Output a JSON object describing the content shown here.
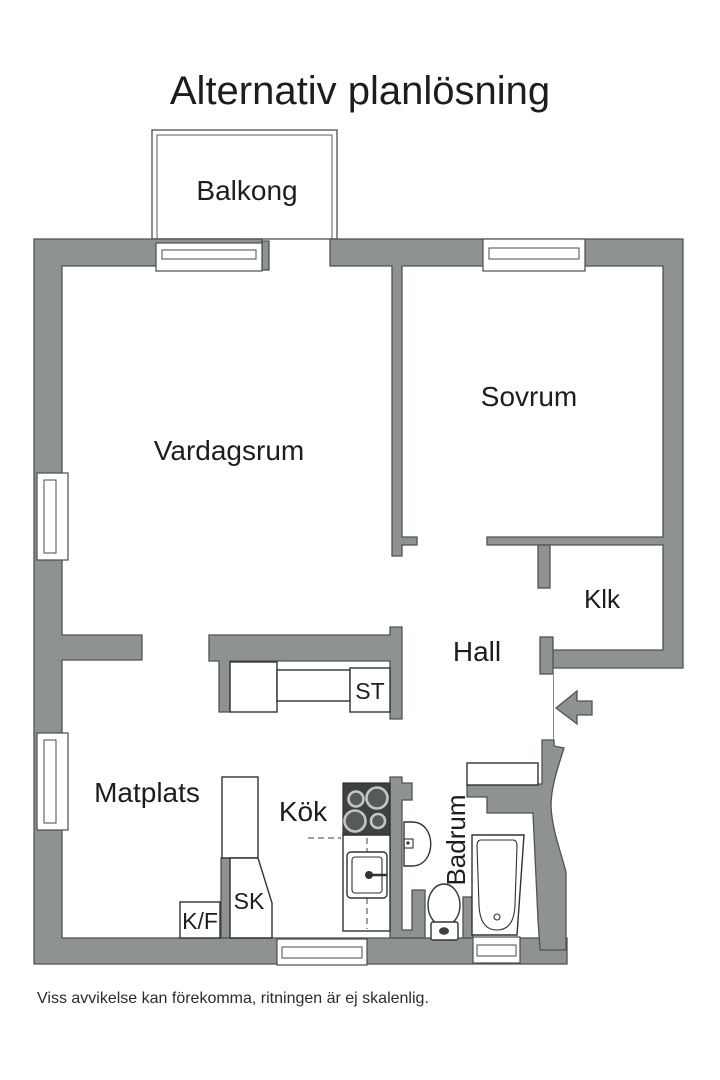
{
  "title": "Alternativ planlösning",
  "disclaimer": "Viss avvikelse kan förekomma, ritningen är ej skalenlig.",
  "rooms": {
    "balcony": "Balkong",
    "living": "Vardagsrum",
    "bedroom": "Sovrum",
    "closet": "Klk",
    "hall": "Hall",
    "storage": "ST",
    "dining": "Matplats",
    "kitchen": "Kök",
    "cabinet": "SK",
    "fridge_freezer": "K/F",
    "bathroom": "Badrum"
  },
  "colors": {
    "wall": "#8e9292",
    "wall_outline": "#4f5353",
    "stove": "#3d4141",
    "text": "#1d1d1d",
    "background": "#ffffff"
  }
}
